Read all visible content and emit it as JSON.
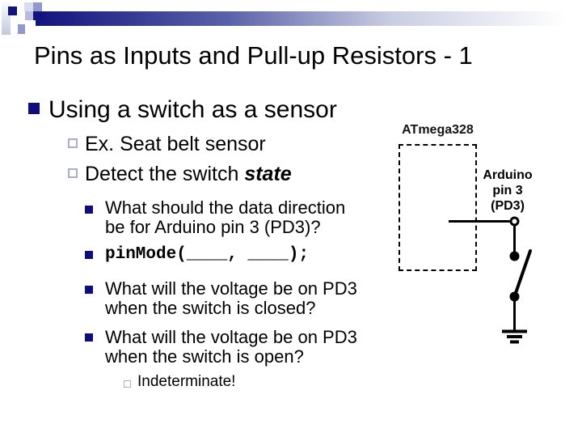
{
  "title": "Pins as Inputs and Pull-up Resistors - 1",
  "content": {
    "level1": "Using a switch as a sensor",
    "ex": "Ex. Seat belt sensor",
    "detect_prefix": "Detect the switch ",
    "detect_emphasis": "state",
    "q_direction_line1": "What should the data direction",
    "q_direction_line2": "be for Arduino pin 3 (PD3)?",
    "code_line": "pinMode(____, ____);",
    "q_closed_line1": "What will the voltage be on PD3",
    "q_closed_line2": "when the switch is closed?",
    "q_open_line1": "What will the voltage be on PD3",
    "q_open_line2": "when the switch is open?",
    "answer": "Indeterminate!"
  },
  "diagram": {
    "chip_label": "ATmega328",
    "pin_label_line1": "Arduino",
    "pin_label_line2": "pin 3",
    "pin_label_line3": "(PD3)"
  },
  "colors": {
    "navy": "#0d0d80",
    "bullet_outline": "#a9aecb",
    "bar_gradient_start": "#13137e",
    "bar_gradient_end": "#ffffff",
    "text": "#000000"
  }
}
